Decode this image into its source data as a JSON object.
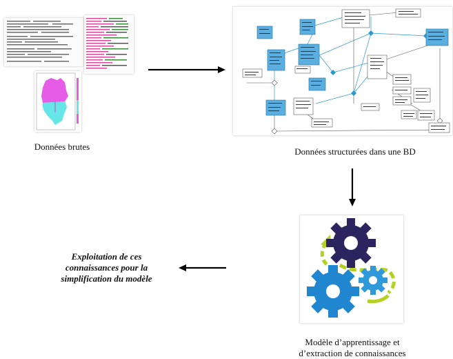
{
  "labels": {
    "raw_data": "Données brutes",
    "structured": "Données structurées dans une BD",
    "model_line1": "Modèle d’apprentissage et",
    "model_line2": "d’extraction de connaissances",
    "exploit_line1": "Exploitation de ces",
    "exploit_line2": "connaissances pour la",
    "exploit_line3": "simplification du modèle"
  },
  "colors": {
    "arrow": "#000000",
    "db_box": "#5aaee0",
    "db_line": "#2a9acb",
    "gear_dark": "#2b245e",
    "gear_blue": "#1f86cf",
    "gear_blue_small": "#2f99da",
    "green_arrow": "#b3d11e",
    "map_magenta": "#e65ce6",
    "map_cyan": "#66e6e6"
  },
  "icons": [
    "text-file-icon",
    "code-file-icon",
    "map-plot-icon",
    "uml-diagram-icon",
    "gears-icon"
  ]
}
